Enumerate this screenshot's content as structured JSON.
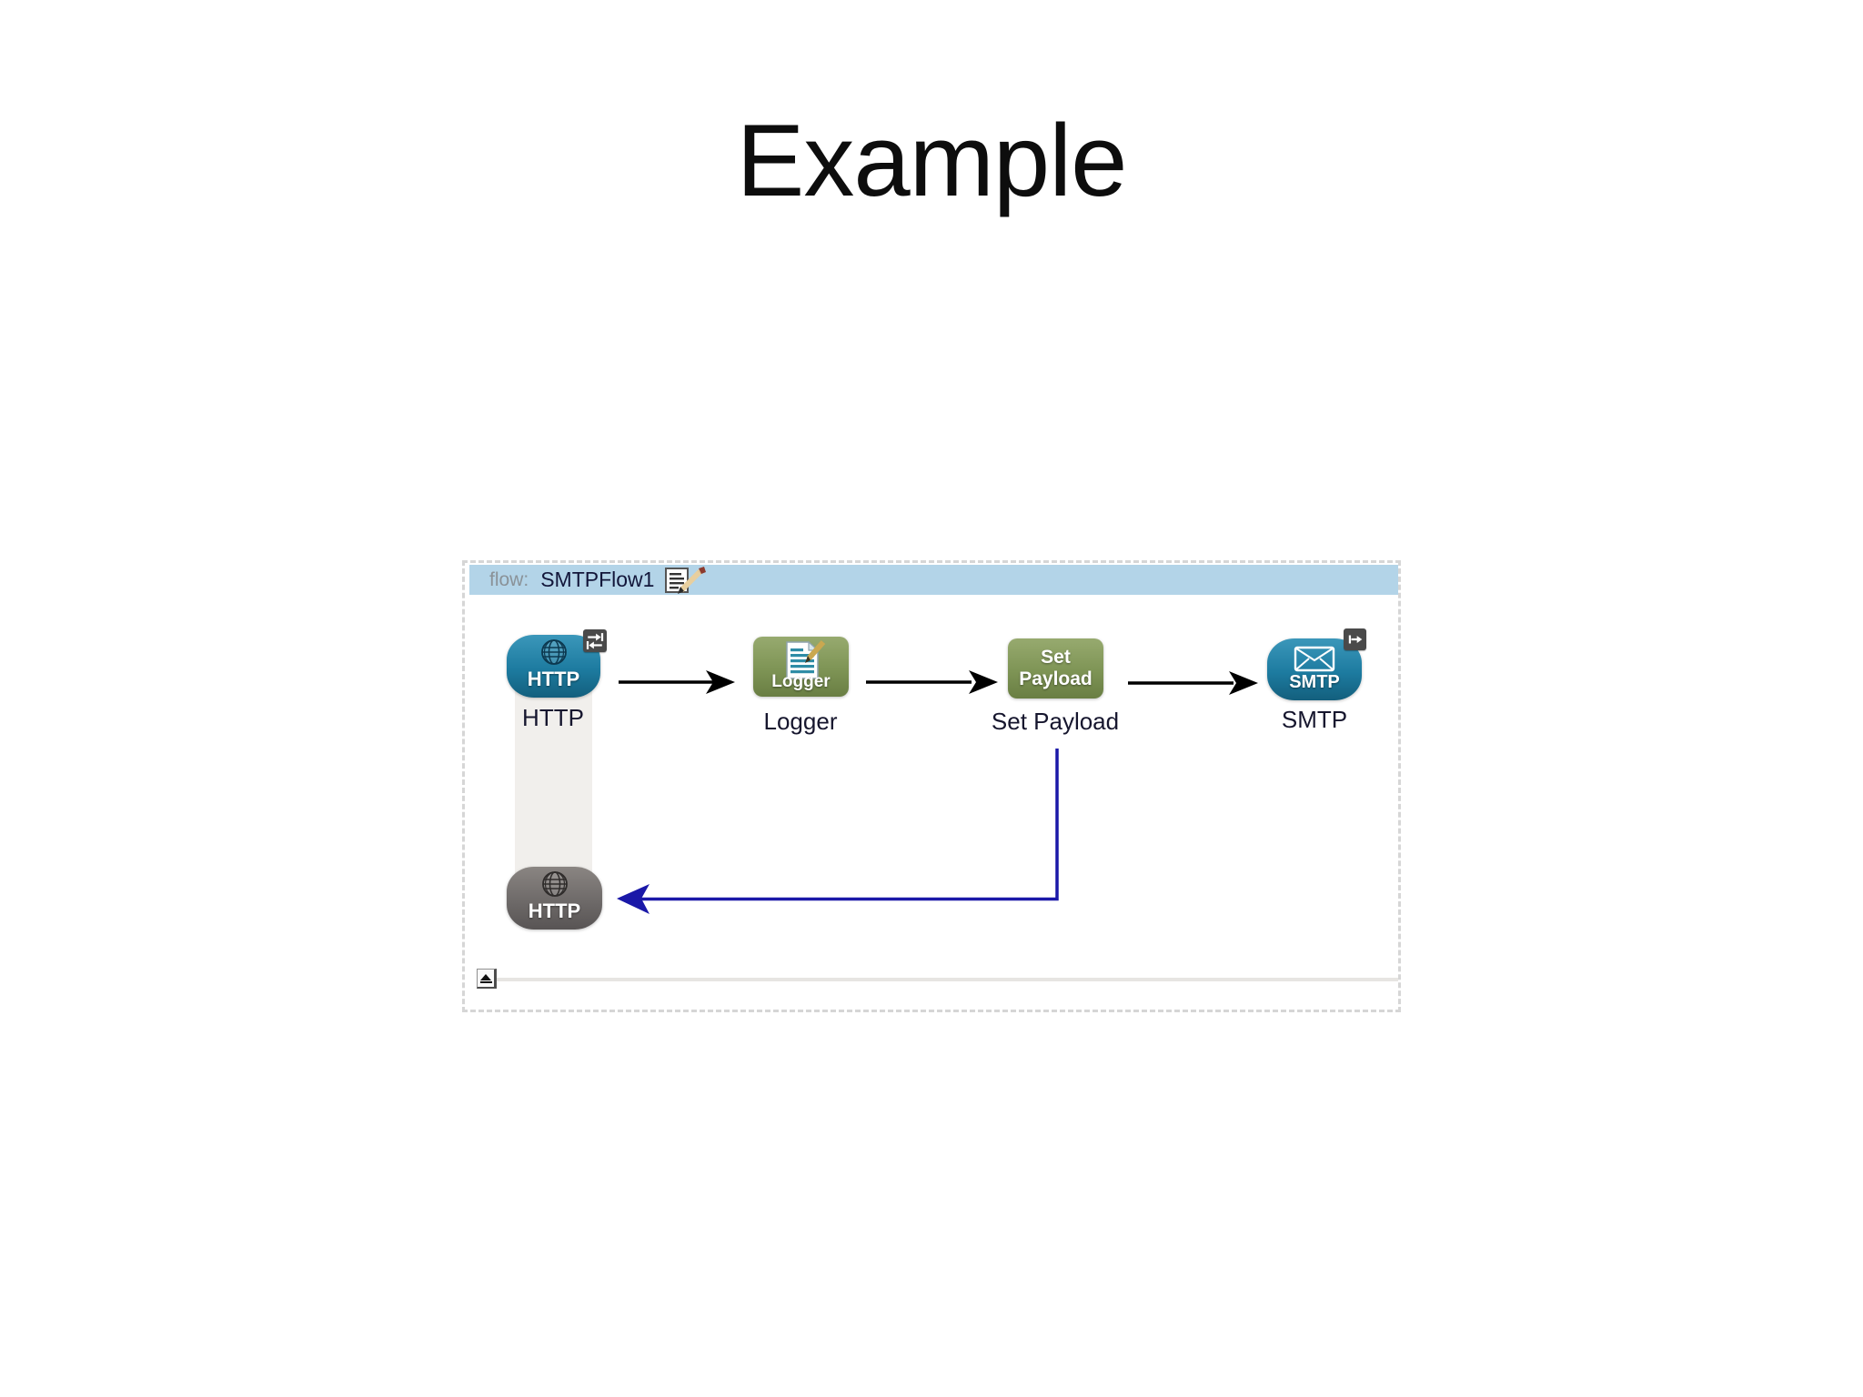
{
  "slide": {
    "title": "Example"
  },
  "flow": {
    "header": {
      "prefix": "flow:",
      "name": "SMTPFlow1"
    },
    "nodes": [
      {
        "label": "HTTP",
        "icon_text": "HTTP"
      },
      {
        "label": "Logger",
        "icon_text": "Logger"
      },
      {
        "label": "Set Payload",
        "icon_text": "Set Payload"
      },
      {
        "label": "SMTP",
        "icon_text": "SMTP"
      },
      {
        "label": "",
        "icon_text": "HTTP"
      }
    ],
    "icons": {
      "http_badge": "request-response-exchange",
      "smtp_badge": "outbound-one-way",
      "edit": "edit-flow-name",
      "globe": "globe",
      "logger": "document-with-pencil",
      "smtp": "envelope"
    }
  },
  "theme": {
    "header-bg": "#b3d4e8",
    "header-prefix": "#8a9298",
    "header-name": "#12163a",
    "blue-top": "#3b97ba",
    "blue-mid": "#1d7ba0",
    "blue-bot": "#135f7d",
    "green-top": "#97aa6f",
    "green-mid": "#7e9455",
    "green-bot": "#697e43",
    "gray-top": "#8a8582",
    "gray-mid": "#6e6a69",
    "gray-bot": "#585454",
    "lane": "#f1efec",
    "connector": "#1a18a8",
    "arrow": "#000000",
    "label": "#16162e",
    "dash": "#d6d6d6",
    "badge": "#4a4a4a",
    "scrollline": "#e7e5e2"
  }
}
